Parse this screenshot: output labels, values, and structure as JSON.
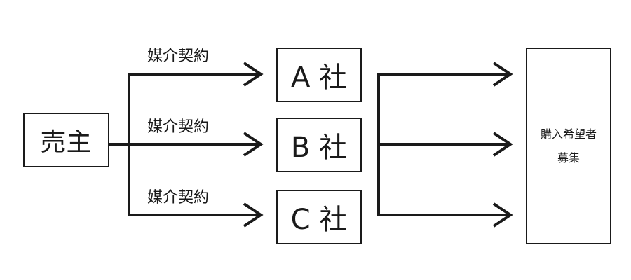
{
  "seller": {
    "label": "売主"
  },
  "contracts": [
    {
      "label": "媒介契約"
    },
    {
      "label": "媒介契約"
    },
    {
      "label": "媒介契約"
    }
  ],
  "agents": [
    {
      "label": "A 社"
    },
    {
      "label": "B 社"
    },
    {
      "label": "C 社"
    }
  ],
  "buyers": {
    "line1": "購入希望者",
    "line2": "募集"
  },
  "colors": {
    "stroke": "#1a1a1a",
    "background": "#ffffff"
  }
}
